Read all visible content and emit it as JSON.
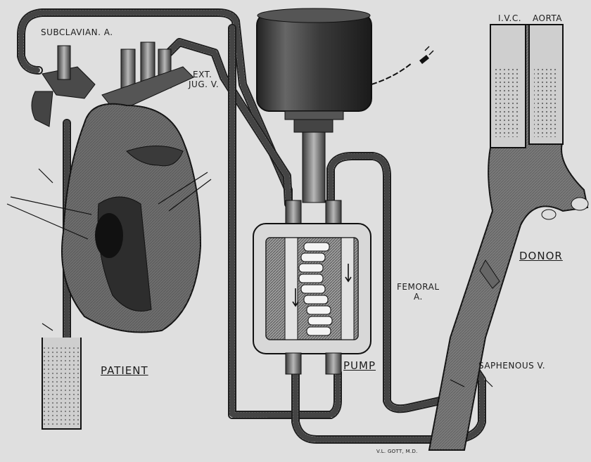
{
  "labels": {
    "subclavian": "SUBCLAVIAN. A.",
    "ext_jug_1": "EXT.",
    "ext_jug_2": "JUG. V.",
    "ivc": "I.V.C.",
    "aorta": "AORTA",
    "donor": "DONOR",
    "femoral_1": "FEMORAL",
    "femoral_2": "A.",
    "saphenous": "SAPHENOUS V.",
    "pump": "PUMP",
    "patient": "PATIENT",
    "signature": "V.L. GOTT, M.D."
  }
}
